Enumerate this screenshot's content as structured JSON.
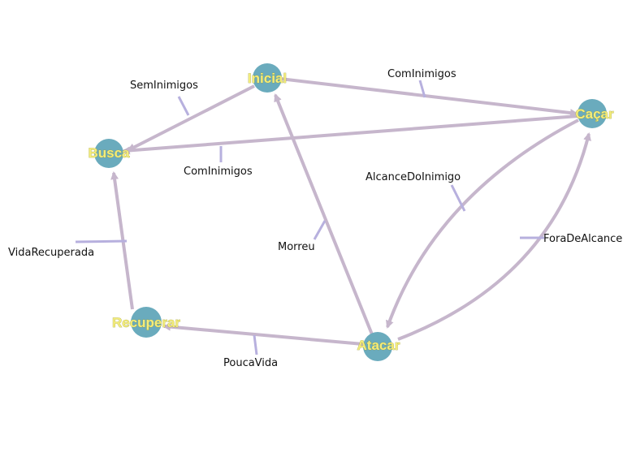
{
  "colors": {
    "node_fill": "#6aabbd",
    "edge": "#c6b6cc",
    "label_tick": "#b7b0de",
    "node_text": "#f3ec7c"
  },
  "nodes": {
    "inicial": "Inicial",
    "cacar": "Caçar",
    "busca": "Busca",
    "recuperar": "Recuperar",
    "atacar": "Atacar"
  },
  "edges": {
    "inicial_busca": "SemInimigos",
    "inicial_cacar": "ComInimigos",
    "cacar_busca": "ComInimigos",
    "recuperar_busca": "VidaRecuperada",
    "atacar_inicial": "Morreu",
    "cacar_atacar": "AlcanceDoInimigo",
    "atacar_cacar": "ForaDeAlcance",
    "atacar_recuperar": "PoucaVida"
  }
}
